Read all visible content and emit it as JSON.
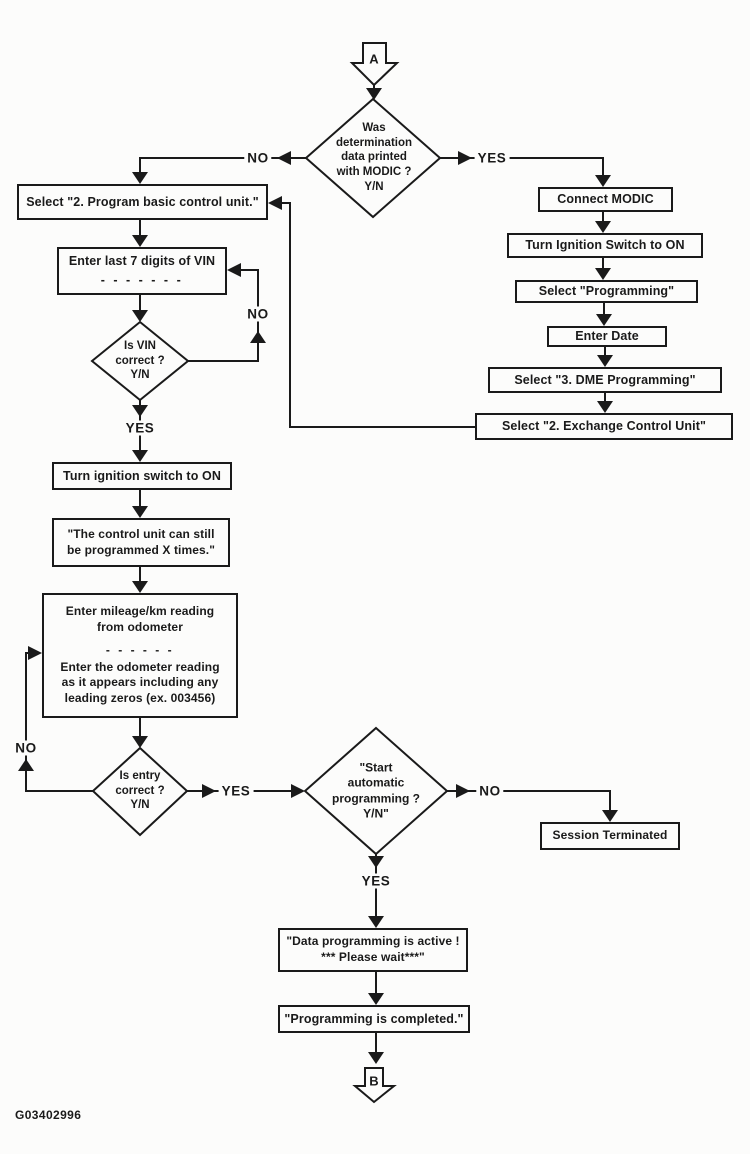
{
  "figure_code": "G03402996",
  "colors": {
    "ink": "#1a1a1a",
    "paper": "#fcfcfb"
  },
  "connectors": {
    "top": "A",
    "bottom": "B"
  },
  "labels": {
    "yes": "YES",
    "no": "NO"
  },
  "nodes": {
    "modic_decision": {
      "lines": [
        "Was",
        "determination",
        "data printed",
        "with MODIC ?",
        "Y/N"
      ]
    },
    "select_program_basic": {
      "text": "Select \"2. Program basic control unit.\""
    },
    "enter_vin": {
      "line1": "Enter last 7 digits of VIN",
      "dashes": "- - - - - - -"
    },
    "vin_decision": {
      "lines": [
        "Is VIN",
        "correct ?",
        "Y/N"
      ]
    },
    "turn_ignition_left": {
      "text": "Turn ignition switch to ON"
    },
    "can_still_program": {
      "lines": [
        "\"The control unit can still",
        "be programmed X times.\""
      ]
    },
    "enter_mileage": {
      "line1": "Enter mileage/km reading",
      "line2": "from odometer",
      "dashes": "- - - - - -",
      "line3": "Enter the odometer reading",
      "line4": "as it appears including any",
      "line5": "leading zeros (ex. 003456)"
    },
    "entry_decision": {
      "lines": [
        "Is entry",
        "correct ?",
        "Y/N"
      ]
    },
    "start_decision": {
      "lines": [
        "\"Start",
        "automatic",
        "programming ?",
        "Y/N\""
      ]
    },
    "session_terminated": {
      "text": "Session Terminated"
    },
    "data_active": {
      "lines": [
        "\"Data programming is active !",
        "*** Please wait***\""
      ]
    },
    "programming_completed": {
      "text": "\"Programming is completed.\""
    },
    "connect_modic": {
      "text": "Connect MODIC"
    },
    "turn_ignition_right": {
      "text": "Turn Ignition Switch to ON"
    },
    "select_programming": {
      "text": "Select \"Programming\""
    },
    "enter_date": {
      "text": "Enter Date"
    },
    "select_dme": {
      "text": "Select \"3. DME Programming\""
    },
    "select_exchange": {
      "text": "Select \"2. Exchange Control Unit\""
    }
  }
}
